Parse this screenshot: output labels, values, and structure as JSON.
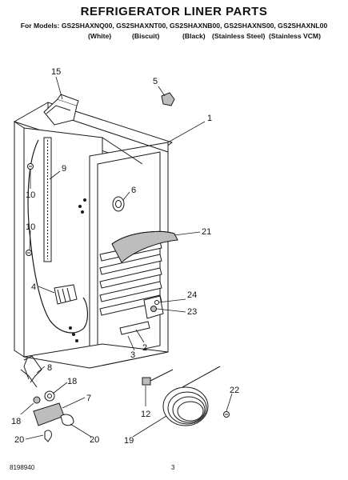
{
  "header": {
    "title": "REFRIGERATOR LINER PARTS",
    "models_line": "For Models: GS2SHAXNQ00, GS2SHAXNT00, GS2SHAXNB00, GS2SHAXNS00, GS2SHAXNL00",
    "colors": [
      "(White)",
      "(Biscuit)",
      "(Black)",
      "(Stainless Steel)",
      "(Stainless VCM)"
    ]
  },
  "callouts": [
    "15",
    "5",
    "1",
    "9",
    "10",
    "6",
    "10",
    "21",
    "4",
    "24",
    "23",
    "2",
    "3",
    "8",
    "18",
    "7",
    "22",
    "18",
    "20",
    "12",
    "20",
    "19"
  ],
  "footer": {
    "doc_number": "8198940",
    "page_number": "3"
  },
  "colors_style": {
    "line": "#1a1a1a",
    "fill": "#ffffff",
    "shade": "#bdbdbd"
  }
}
